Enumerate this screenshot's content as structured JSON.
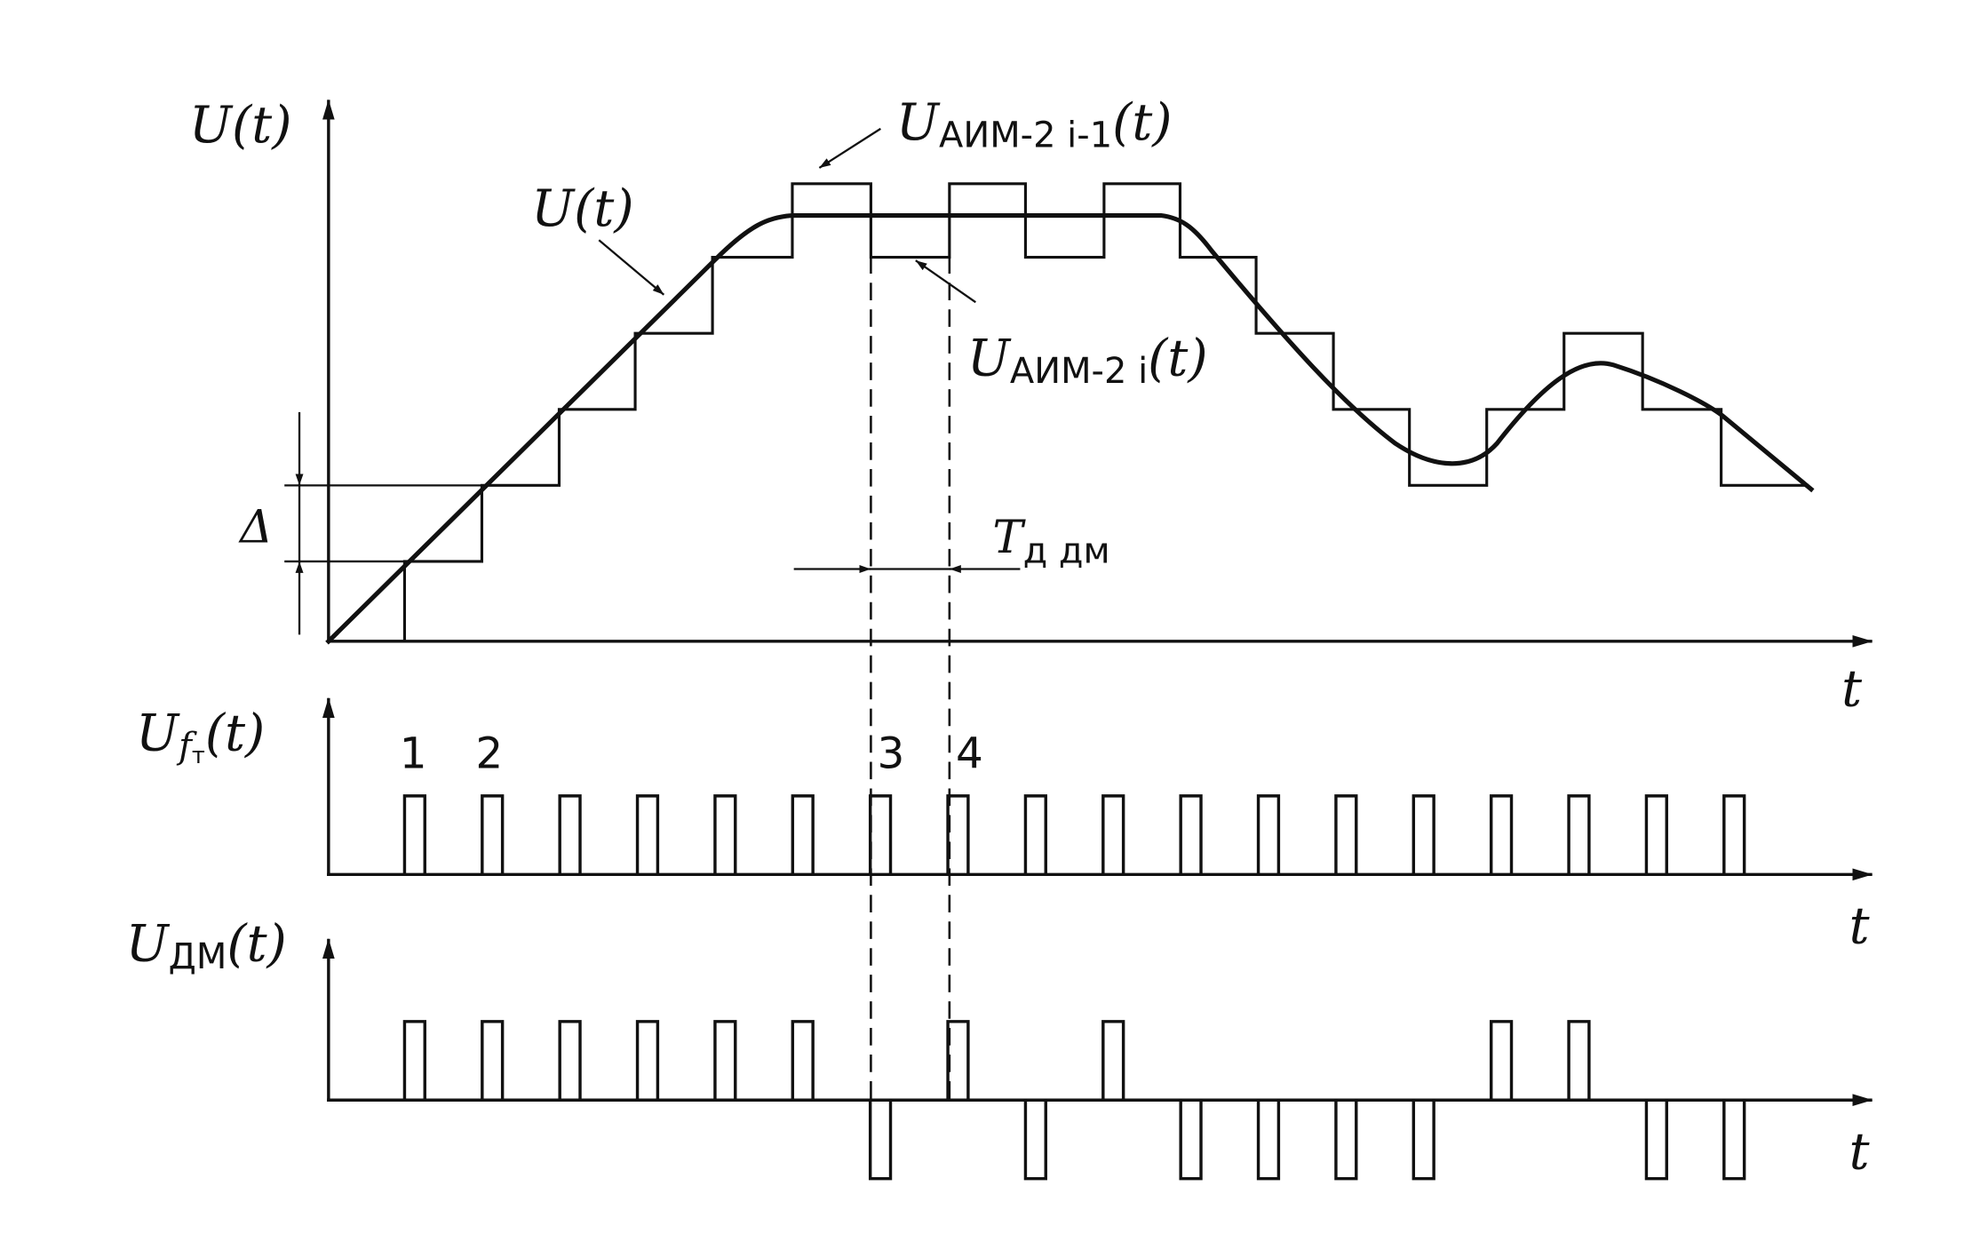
{
  "labels": {
    "top_axis_y": "U(t)",
    "curve_label": "U(t)",
    "step_prev_main": "U",
    "step_prev_sub": "АИМ-2 ",
    "step_prev_idx": "i-1",
    "step_prev_arg": "(t)",
    "step_curr_main": "U",
    "step_curr_sub": "АИМ-2 ",
    "step_curr_idx": "i",
    "step_curr_arg": "(t)",
    "delta": "Δ",
    "period_main": "T",
    "period_sub": "д дм",
    "t_axis_1": "t",
    "clock_axis_main": "U",
    "clock_axis_sub": "f",
    "clock_axis_subsub": "т",
    "clock_axis_arg": "(t)",
    "t_axis_2": "t",
    "dm_axis_main": "U",
    "dm_axis_sub": "ДМ",
    "dm_axis_arg": "(t)",
    "t_axis_3": "t",
    "pulse_1": "1",
    "pulse_2": "2",
    "pulse_3": "3",
    "pulse_4": "4"
  },
  "dm_pulse_polarity": [
    1,
    1,
    1,
    1,
    1,
    1,
    -1,
    1,
    -1,
    1,
    -1,
    -1,
    -1,
    -1,
    1,
    1,
    -1,
    -1
  ],
  "clock_pulse_count": 18,
  "colors": {
    "ink": "#111111",
    "paper": "#ffffff"
  }
}
